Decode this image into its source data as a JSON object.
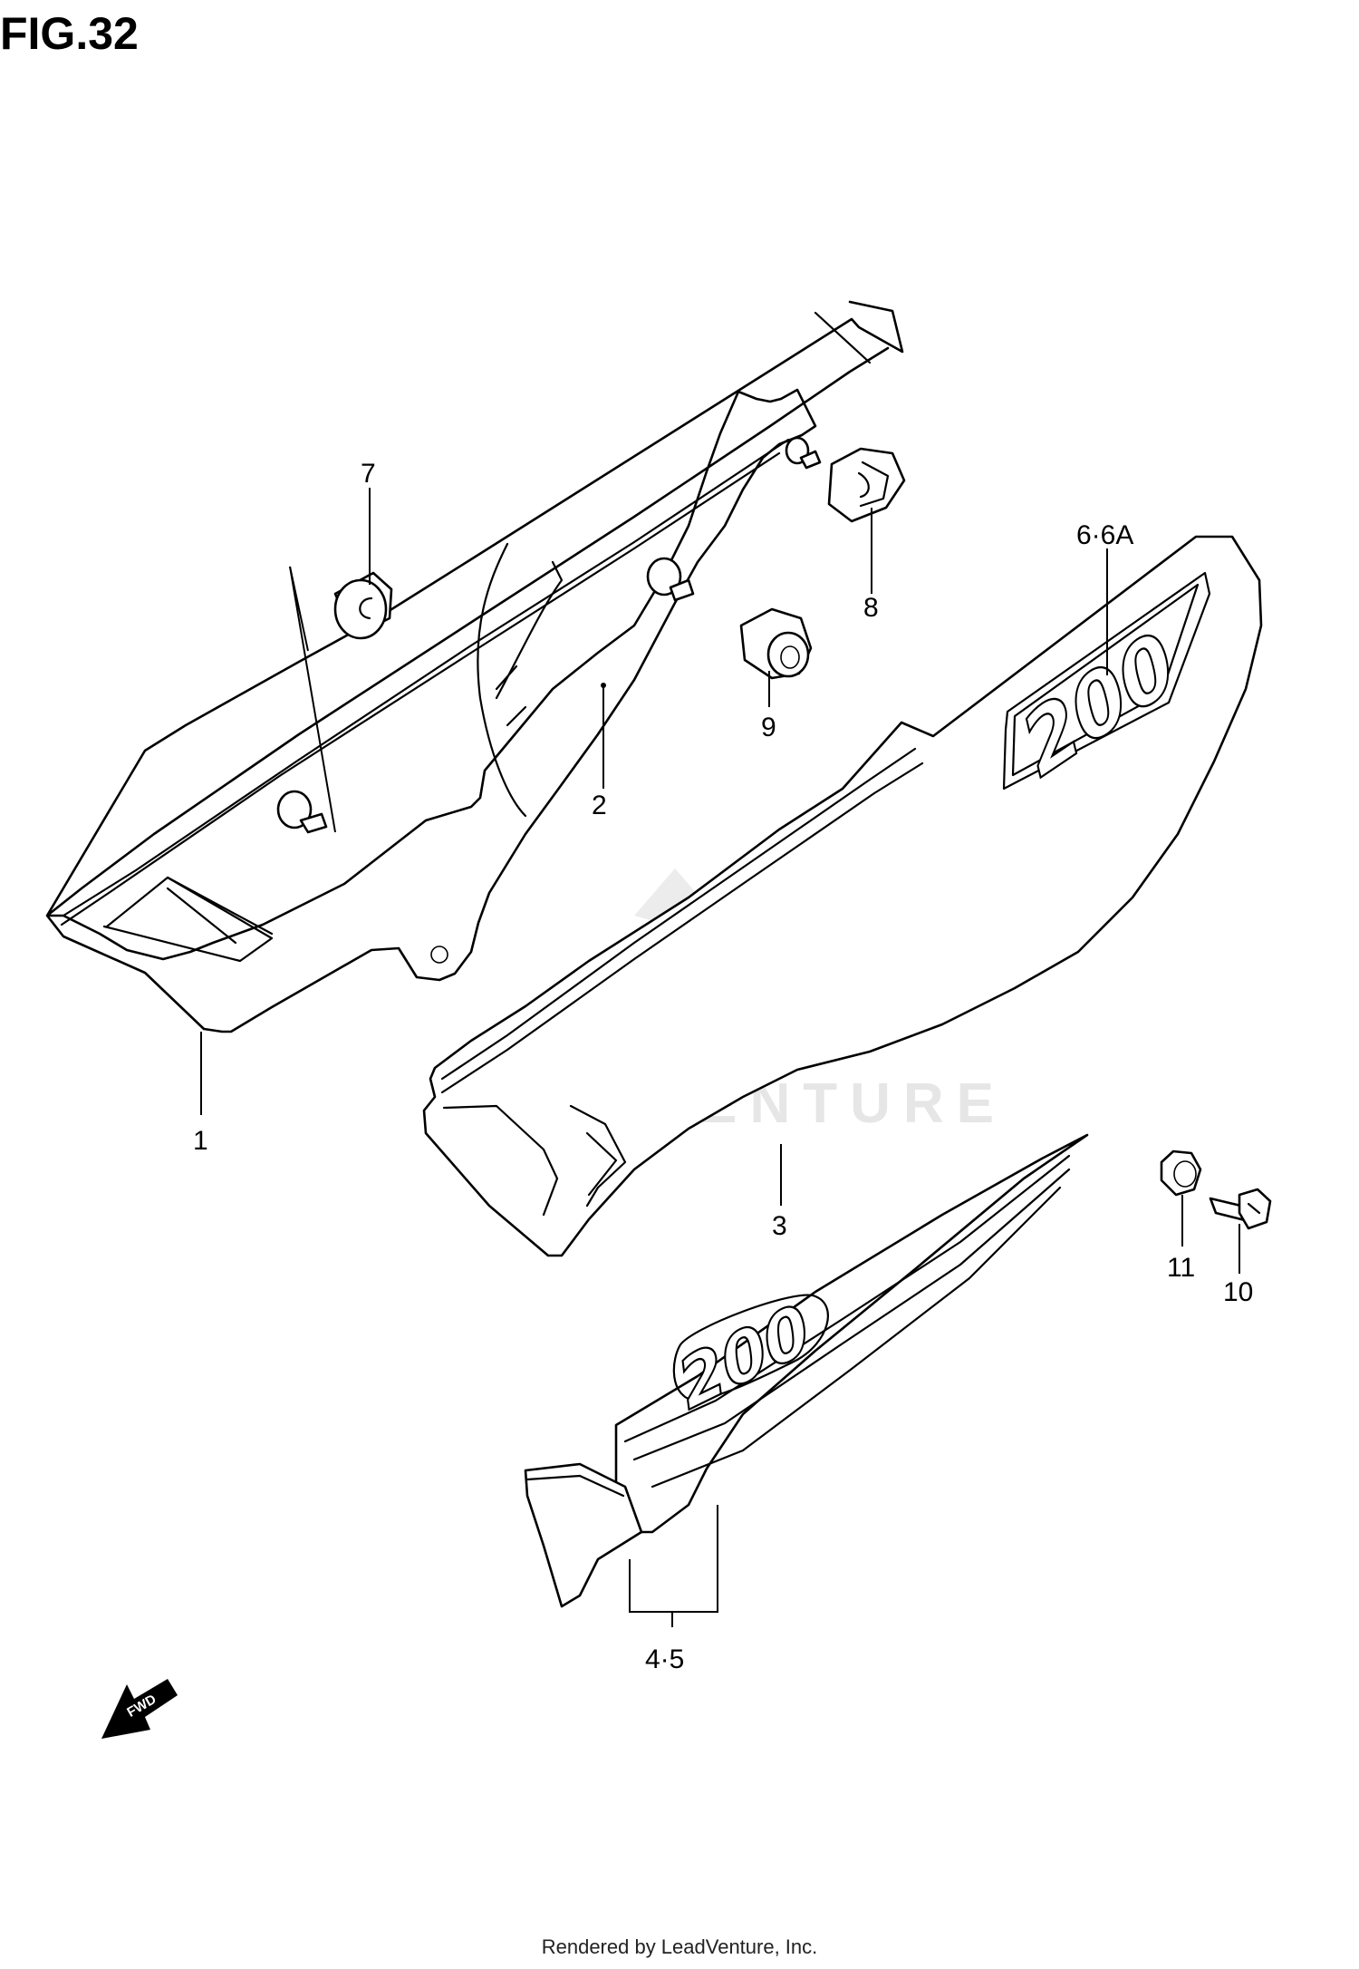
{
  "figure": {
    "title": "FIG.32"
  },
  "callouts": {
    "c1": "1",
    "c2": "2",
    "c3": "3",
    "c4_5": "4·5",
    "c6_6a": "6·6A",
    "c7": "7",
    "c8": "8",
    "c9": "9",
    "c10": "10",
    "c11": "11"
  },
  "decals": {
    "side_cover_number": "200",
    "stripe_number": "200"
  },
  "direction_arrow": {
    "label": "FWD"
  },
  "watermark": {
    "text": "LEADVENTURE"
  },
  "footer": {
    "text": "Rendered by LeadVenture, Inc."
  }
}
